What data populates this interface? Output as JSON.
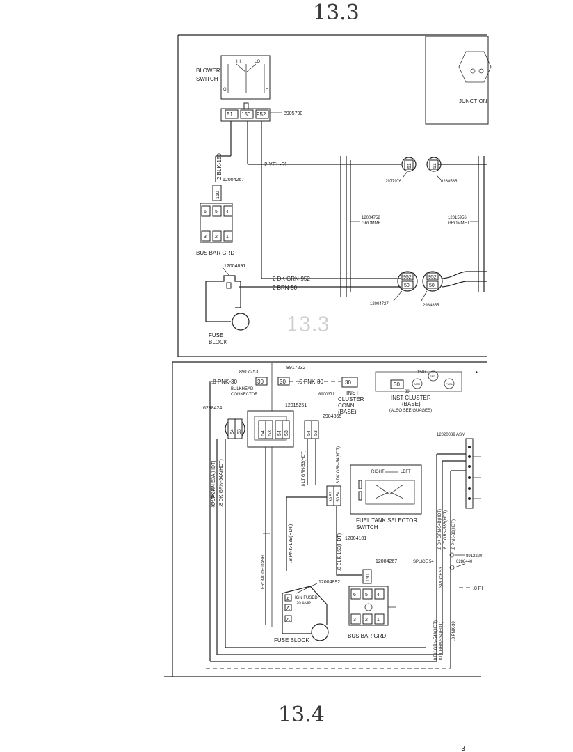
{
  "pages": {
    "top": "13.3",
    "bottom": "13.4",
    "corner_mark": "·3",
    "bleed_mark": "13.3"
  },
  "top": {
    "blower_switch_1": "BLOWER",
    "blower_switch_2": "SWITCH",
    "blower_hi": "HI",
    "blower_lo": "LO",
    "blower_g": "G",
    "blower_h": "H",
    "pin_51": "51",
    "pin_150": "150",
    "pin_952": "952",
    "pin_50": "50",
    "part_8905790": "8905790",
    "junction": "JUNCTION",
    "wire_blk_150": "2 BLK-150",
    "wire_yel_51": "2 YEL-51",
    "wire_dkgrn_952": "2 DK GRN-952",
    "wire_brn_50": "2 BRN-50",
    "part_12004267": "12004267",
    "bus_6": "6",
    "bus_5": "5",
    "bus_4": "4",
    "bus_3": "3",
    "bus_2": "2",
    "bus_1": "1",
    "bus_bar_grd": "BUS BAR GRD",
    "part_12004891": "12004891",
    "fuse_1": "FUSE",
    "fuse_2": "BLOCK",
    "part_12004752": "12004752",
    "part_12015956": "12015956",
    "grommet": "GROMMET",
    "part_2977976": "2977976",
    "part_6288585": "6288585",
    "part_12004727": "12004727",
    "part_2984855": "2984855"
  },
  "bottom": {
    "corner_dot": "•",
    "wire_pnk_30": ".8 PNK-30",
    "wire_5_pnk_30": ".5 PNK-30",
    "pin_30": "30",
    "part_8917253": "8917253",
    "part_8917232": "8917232",
    "bulkhead": "BULKHEAD",
    "connector": "CONNECTOR",
    "part_8900371": "8900371",
    "inst_conn_1": "INST",
    "inst_conn_2": "CLUSTER",
    "inst_conn_3": "CONN",
    "inst_conn_4": "(BASE)",
    "gauge_amm": "AMM",
    "gauge_spd": "SPD",
    "gauge_fuel": "FUEL",
    "label_150": "150+",
    "label_39": "39",
    "inst_base_1": "INST CLUSTER",
    "inst_base_2": "(BASE)",
    "inst_base_3": "(ALSO SEE GUAGES)",
    "part_6288424": "6288424",
    "pin_54": "54",
    "pin_53": "53",
    "part_12015251": "12015251",
    "part_2984855": "2984855",
    "wire_ltgrn_53a": ".8 LT GRN-53A(HDT)",
    "wire_dkgrn_54a": ".8 DK GRN-54A(HDT)",
    "wire_ltgrn_53hdt": ".8 LT GRN-53(HDT)",
    "wire_dkgrn_54hdt": ".8 DK GRN-54(HDT)",
    "front_of_dash": "FRONT OF DASH",
    "pin_139_53": "139 53",
    "pin_150_54": "150 54",
    "part_12004101": "12004101",
    "wire_pnk_139": ".8 PNK-139(HDT)",
    "wire_blk_150": ".8 BLK-150(HDT)",
    "right": "RIGHT",
    "left": "LEFT",
    "switch_1": "FUEL TANK SELECTOR",
    "switch_2": "SWITCH",
    "part_12004892": "12004892",
    "fuse_a": "A",
    "ign_fused": "IGN FUSED",
    "ign_amp": "20 AMP",
    "fuse_block": "FUSE BLOCK",
    "part_12004267": "12004267",
    "pin_150": "150",
    "bus_6": "6",
    "bus_5": "5",
    "bus_4": "4",
    "bus_3": "3",
    "bus_2": "2",
    "bus_1": "1",
    "bus_bar_grd": "BUS BAR GRD",
    "part_12020089": "12020089 ASM",
    "wire_dkgrn_54b": ".8 DK GRN-54B(HDT)",
    "wire_ltgrn_53b": ".8 LT GRN-53B(HDT)",
    "wire_pnk_30hdt": ".8 PNK-30(HDT)",
    "splice_54": "SPLICE 54",
    "splice_53": "SPLICE 53",
    "part_8912220": "8912220",
    "part_6288440": "6288440",
    "wire_pnk_right": ".8 PI",
    "wire_dkgrn_54ahdt": ".8 DK GRN-54A(HDT)",
    "wire_ltgrn_53ahdt": ".8 LT GRN-53A(HDT)",
    "wire_pnk_30_low": ".8 PNK-30"
  }
}
